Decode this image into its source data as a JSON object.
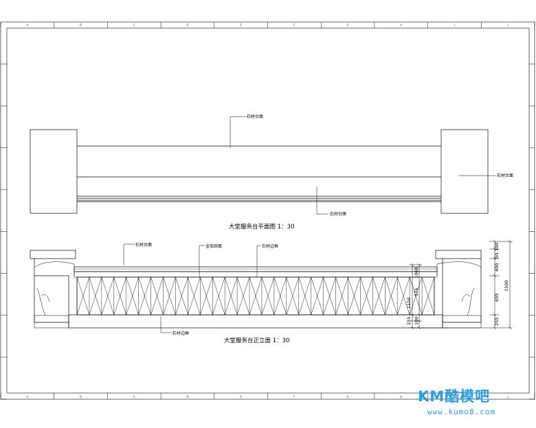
{
  "plan": {
    "title": "大堂服务台平面图  1：30",
    "label_top": "石材台面",
    "label_right": "石材台面",
    "label_bottom": "石材台面"
  },
  "elevation": {
    "title": "大堂服务台正立面  1：30",
    "label_stone_top": "石材台面",
    "label_panel": "金箔饰面",
    "label_edge": "石材边框",
    "label_base": "石材边框",
    "dims_outer": [
      "100",
      "50",
      "400",
      "695",
      "255"
    ],
    "dim_total": "1500",
    "dims_inner": [
      "1150",
      "576",
      "1060",
      "255",
      "100"
    ]
  },
  "border": {
    "letters": [
      "A",
      "B",
      "C",
      "D",
      "E",
      "F",
      "G",
      "H",
      "I",
      "J"
    ]
  },
  "watermark": {
    "logo": "KM酷模吧",
    "url": "www.kumo8.com"
  }
}
